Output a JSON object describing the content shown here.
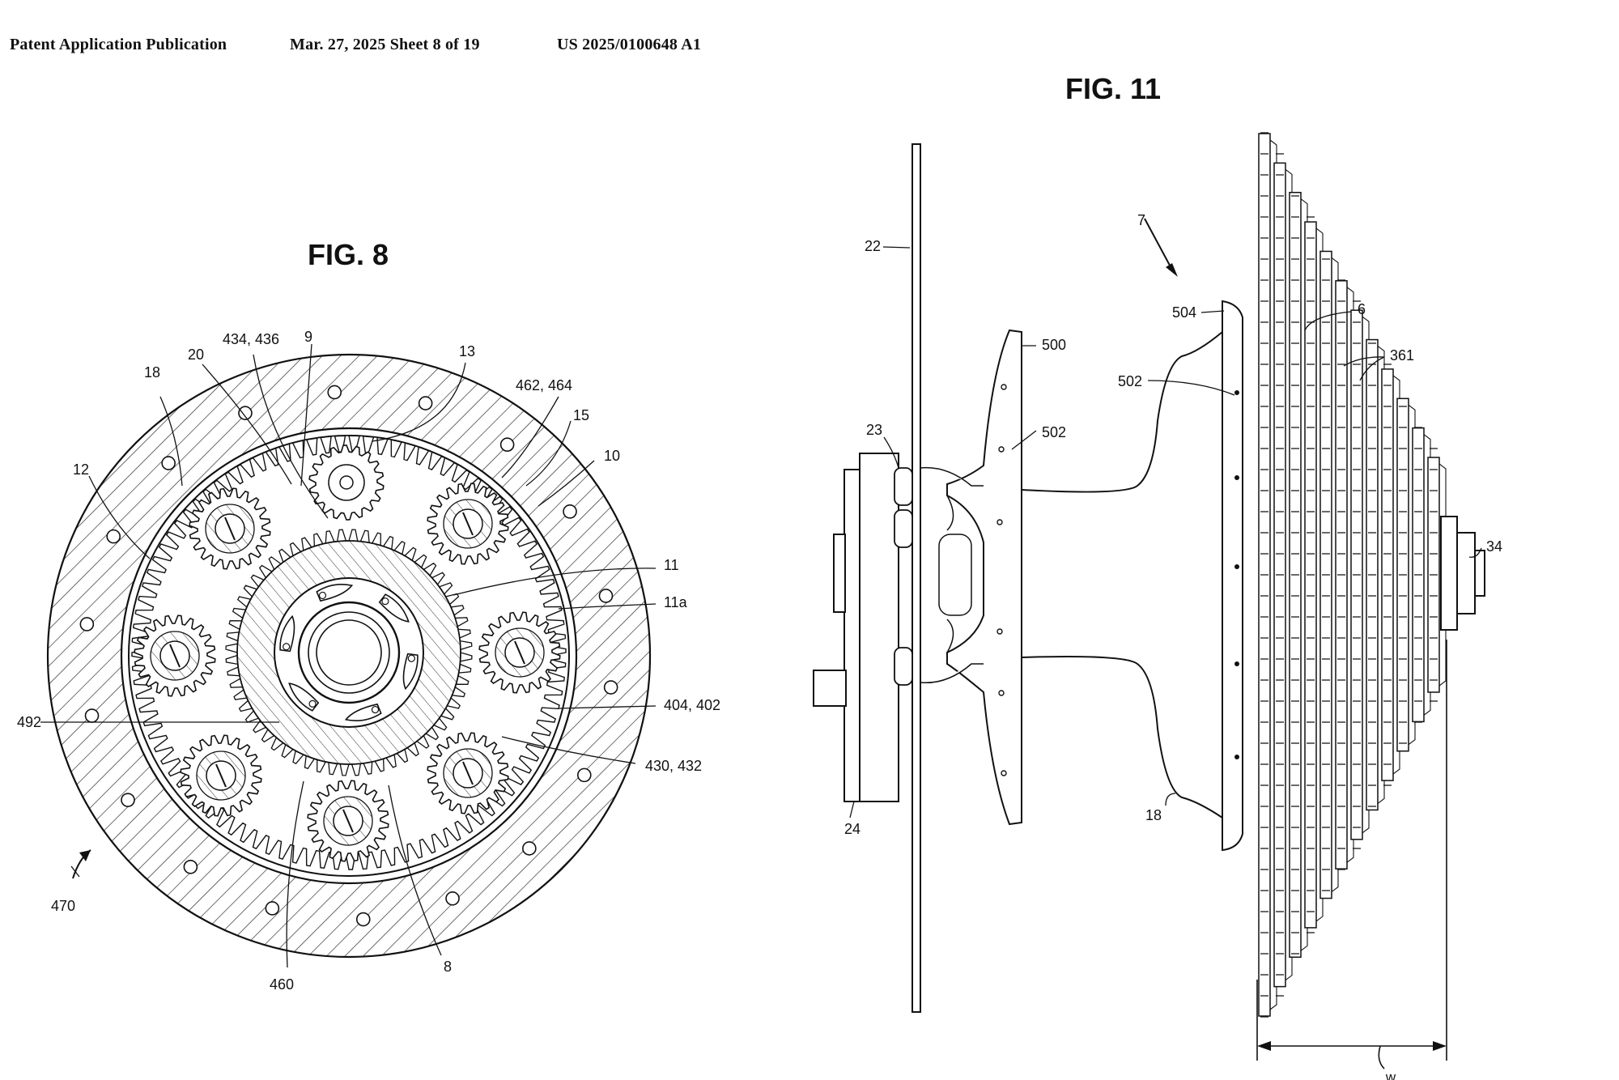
{
  "header": {
    "publication_type": "Patent Application Publication",
    "date_sheet": "Mar. 27, 2025  Sheet 8 of 19",
    "number": "US 2025/0100648 A1"
  },
  "figures": [
    {
      "title": "FIG. 8",
      "labels": [
        "434, 436",
        "9",
        "13",
        "18",
        "20",
        "462, 464",
        "15",
        "10",
        "12",
        "11",
        "11a",
        "404, 402",
        "492",
        "430, 432",
        "470",
        "460",
        "8"
      ]
    },
    {
      "title": "FIG. 11",
      "labels": [
        "22",
        "7",
        "504",
        "6",
        "361",
        "500",
        "502",
        "502",
        "23",
        "34",
        "24",
        "18",
        "w"
      ]
    }
  ],
  "colors": {
    "ink": "#111111",
    "paper": "#ffffff"
  }
}
